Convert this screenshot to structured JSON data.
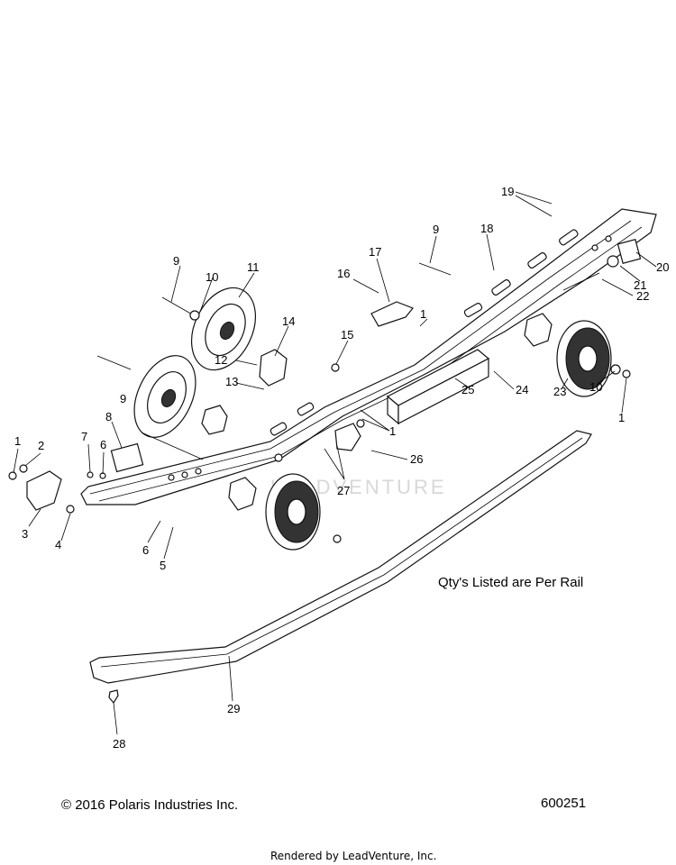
{
  "callouts": [
    "1",
    "2",
    "3",
    "4",
    "5",
    "6",
    "7",
    "8",
    "9",
    "10",
    "11",
    "12",
    "13",
    "14",
    "15",
    "16",
    "17",
    "18",
    "19",
    "20",
    "21",
    "22",
    "23",
    "24",
    "25",
    "26",
    "27",
    "28",
    "29"
  ],
  "repeated_callouts": {
    "one": "1",
    "six": "6",
    "nine": "9",
    "ten": "10"
  },
  "note": "Qty's Listed are Per Rail",
  "copyright": "© 2016 Polaris Industries Inc.",
  "diagram_number": "600251",
  "rendered_by": "Rendered by LeadVenture, Inc.",
  "watermark": "LEADVENTURE"
}
